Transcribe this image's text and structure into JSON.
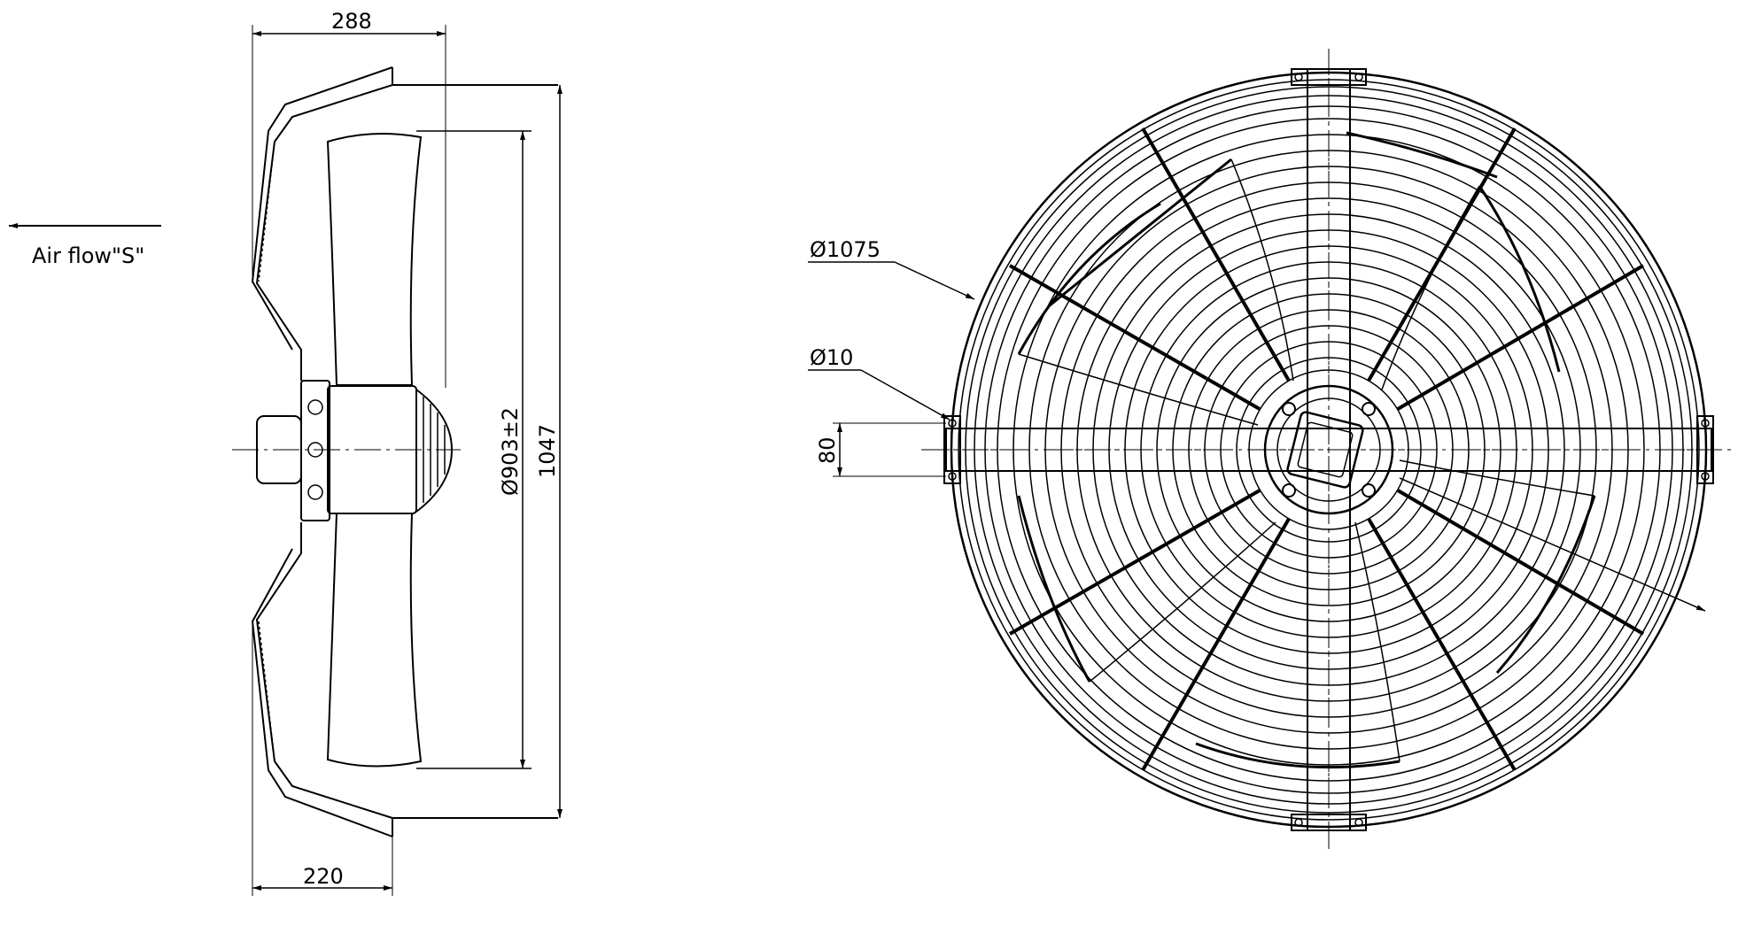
{
  "airflow": {
    "label": "Air flow\"S\""
  },
  "side_view": {
    "dim_top": "288",
    "dim_bottom": "220",
    "dim_blade_diameter": "Ø903±2",
    "dim_overall_height": "1047"
  },
  "front_view": {
    "dim_outer_diameter": "Ø1075",
    "dim_hole_diameter": "Ø10",
    "dim_bracket_width": "80"
  }
}
